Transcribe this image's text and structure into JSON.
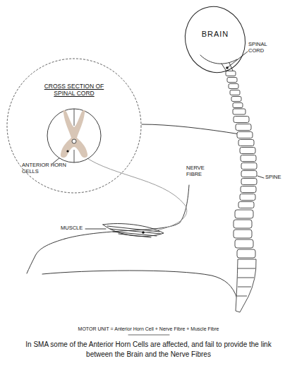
{
  "diagram": {
    "caption": "In SMA some of the Anterior Horn Cells are affected, and fail to provide the link between the Brain and the Nerve Fibres",
    "nodes": [
      {
        "text": [
          "BRAIN"
        ]
      },
      {
        "text": [
          "CROSS SECTION OF SPINAL CORD",
          "ANTERIOR HORN CELLS"
        ]
      }
    ],
    "labels": [
      "SPINAL CORD",
      "NERVE FIBRE",
      "SPINE",
      "MUSCLE",
      "MOTOR UNIT = Anterior Horn Cell + Nerve Fibre + Muscle Fibre"
    ]
  }
}
